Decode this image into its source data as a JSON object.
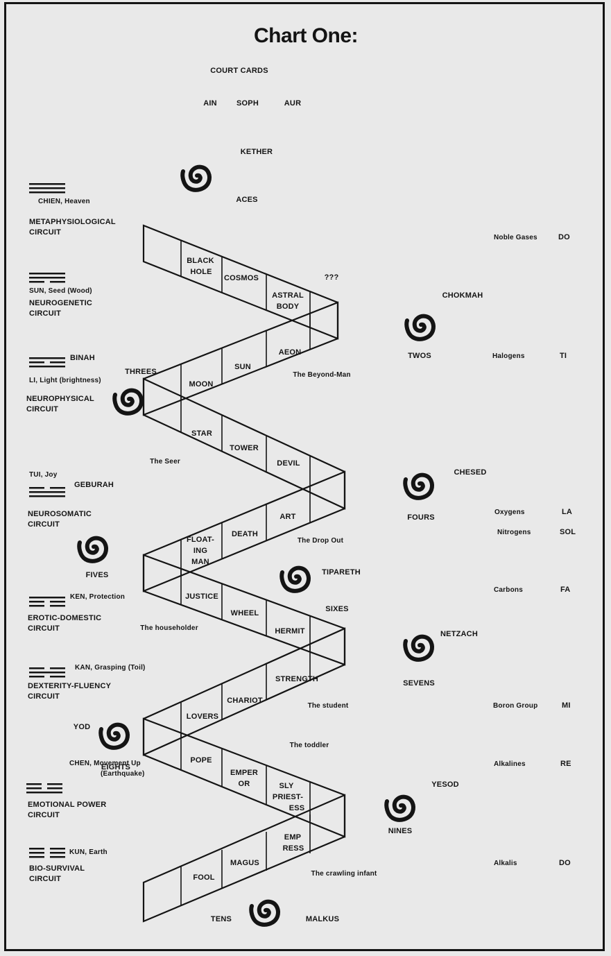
{
  "title": "Chart One:",
  "top": {
    "court_cards": "COURT CARDS",
    "ain": "AIN",
    "soph": "SOPH",
    "aur": "AUR",
    "kether": "KETHER",
    "aces": "ACES"
  },
  "sephiroth": {
    "chokmah": "CHOKMAH",
    "twos": "TWOS",
    "binah": "BINAH",
    "threes": "THREES",
    "chesed": "CHESED",
    "fours": "FOURS",
    "geburah": "GEBURAH",
    "fives": "FIVES",
    "tiphareth": "TIPARETH",
    "sixes": "SIXES",
    "netzach": "NETZACH",
    "sevens": "SEVENS",
    "yod": "YOD",
    "eights": "EIGHTS",
    "yesod": "YESOD",
    "nines": "NINES",
    "tens": "TENS",
    "malkus": "MALKUS"
  },
  "circuits": [
    {
      "trigram": "CHIEN, Heaven",
      "line1": "METAPHYSIOLOGICAL",
      "line2": "CIRCUIT"
    },
    {
      "trigram": "SUN, Seed (Wood)",
      "line1": "NEUROGENETIC",
      "line2": "CIRCUIT"
    },
    {
      "trigram": "LI, Light (brightness)",
      "line1": "NEUROPHYSICAL",
      "line2": "CIRCUIT"
    },
    {
      "trigram": "TUI, Joy",
      "line1": "NEUROSOMATIC",
      "line2": "CIRCUIT"
    },
    {
      "trigram": "KEN, Protection",
      "line1": "EROTIC-DOMESTIC",
      "line2": "CIRCUIT"
    },
    {
      "trigram": "KAN, Grasping (Toil)",
      "line1": "DEXTERITY-FLUENCY",
      "line2": "CIRCUIT"
    },
    {
      "trigram": "CHEN, Movement Up",
      "trigram2": "(Earthquake)",
      "line1": "EMOTIONAL POWER",
      "line2": "CIRCUIT"
    },
    {
      "trigram": "KUN, Earth",
      "line1": "BIO-SURVIVAL",
      "line2": "CIRCUIT"
    }
  ],
  "cards": {
    "black": "BLACK",
    "hole": "HOLE",
    "cosmos": "COSMOS",
    "astral": "ASTRAL",
    "body": "BODY",
    "qqq": "???",
    "moon": "MOON",
    "sun": "SUN",
    "aeon": "AEON",
    "beyond_man": "The Beyond-Man",
    "star": "STAR",
    "tower": "TOWER",
    "devil": "DEVIL",
    "seer": "The Seer",
    "floating1": "FLOAT-",
    "floating2": "ING",
    "floating3": "MAN",
    "death": "DEATH",
    "art": "ART",
    "drop_out": "The Drop Out",
    "justice": "JUSTICE",
    "wheel": "WHEEL",
    "hermit": "HERMIT",
    "householder": "The householder",
    "lovers": "LOVERS",
    "chariot": "CHARIOT",
    "strength": "STRENGTH",
    "student": "The student",
    "pope": "POPE",
    "emperor1": "EMPER",
    "emperor2": "OR",
    "sly1": "SLY",
    "sly2": "PRIEST-",
    "sly3": "ESS",
    "toddler": "The toddler",
    "fool": "FOOL",
    "magus": "MAGUS",
    "empress1": "EMP",
    "empress2": "RESS",
    "crawling": "The crawling infant"
  },
  "chemistry": [
    {
      "group": "Noble Gases",
      "note": "DO"
    },
    {
      "group": "Halogens",
      "note": "TI"
    },
    {
      "group": "Oxygens",
      "note": "LA"
    },
    {
      "group": "Nitrogens",
      "note": "SOL"
    },
    {
      "group": "Carbons",
      "note": "FA"
    },
    {
      "group": "Boron Group",
      "note": "MI"
    },
    {
      "group": "Alkalines",
      "note": "RE"
    },
    {
      "group": "Alkalis",
      "note": "DO"
    }
  ],
  "trigram_lines": [
    [
      true,
      true,
      true
    ],
    [
      true,
      true,
      false
    ],
    [
      true,
      false,
      true
    ],
    [
      false,
      true,
      true
    ],
    [
      true,
      false,
      false
    ],
    [
      false,
      true,
      false
    ],
    [
      false,
      false,
      true
    ],
    [
      false,
      false,
      false
    ]
  ]
}
